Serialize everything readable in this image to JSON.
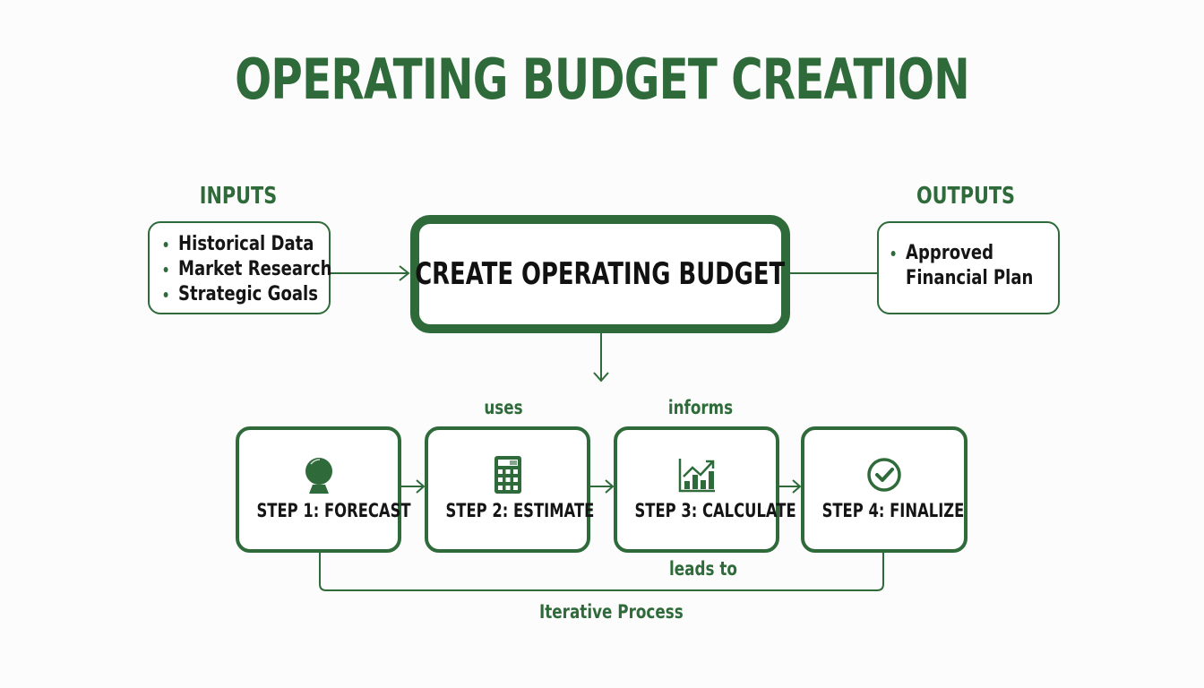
{
  "title": "OPERATING BUDGET CREATION",
  "colors": {
    "accent": "#2f6b3a",
    "text": "#151515",
    "background": "#fbfcfb"
  },
  "inputs": {
    "label": "INPUTS",
    "items": [
      "Historical Data",
      "Market Research",
      "Strategic Goals"
    ]
  },
  "main_process": {
    "label": "CREATE OPERATING BUDGET"
  },
  "outputs": {
    "label": "OUTPUTS",
    "items": [
      "Approved Financial Plan"
    ],
    "item_lines": [
      "Approved",
      "Financial Plan"
    ]
  },
  "steps": [
    {
      "label": "STEP 1: FORECAST",
      "icon": "crystal-ball-icon"
    },
    {
      "label": "STEP 2: ESTIMATE",
      "icon": "calculator-icon"
    },
    {
      "label": "STEP 3: CALCULATE",
      "icon": "growth-chart-icon"
    },
    {
      "label": "STEP 4: FINALIZE",
      "icon": "check-circle-icon"
    }
  ],
  "connectors": {
    "step1_to_step2": "uses",
    "step2_to_step3": "informs",
    "step4_to_step1": "leads to"
  },
  "loop_label": "Iterative Process"
}
